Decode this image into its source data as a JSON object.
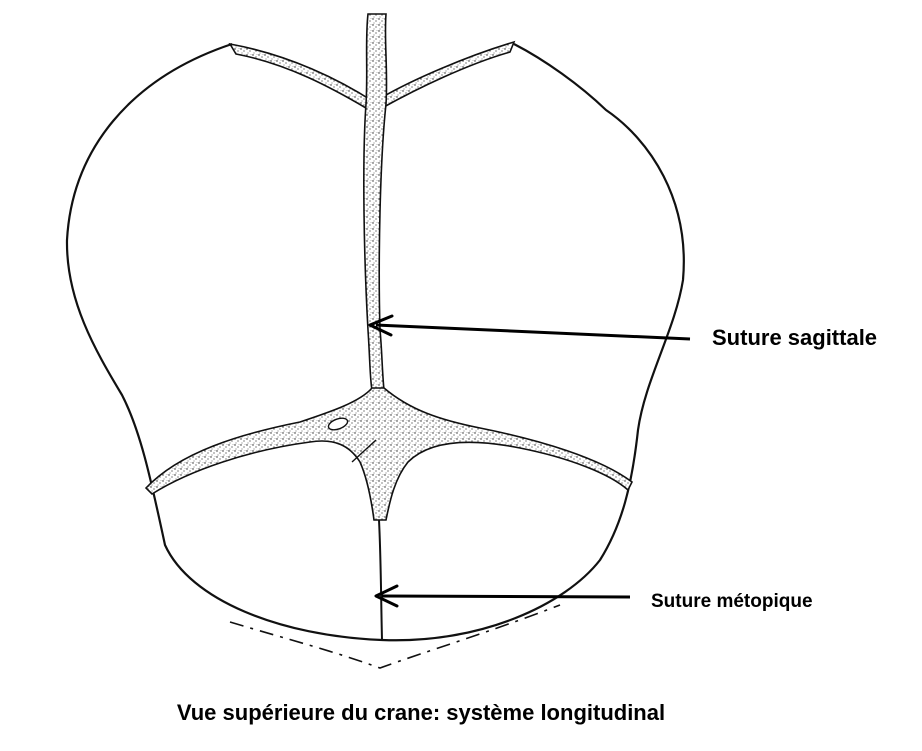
{
  "diagram": {
    "labels": {
      "sagittal": "Suture sagittale",
      "metopic": "Suture métopique"
    },
    "caption": "Vue supérieure du crane: système longitudinal"
  }
}
